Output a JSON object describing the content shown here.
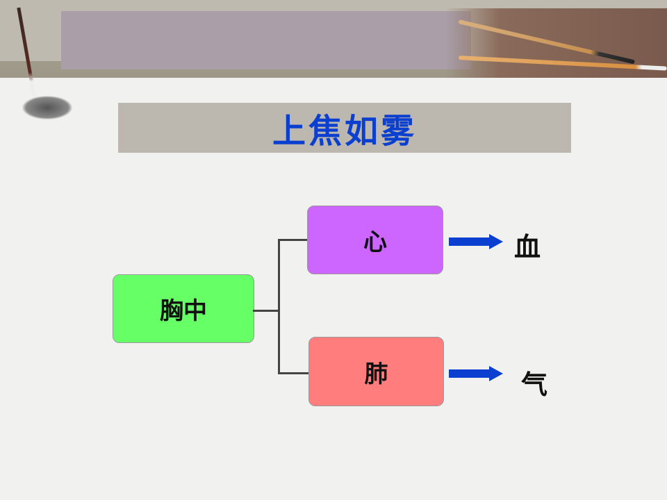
{
  "title": "上焦如雾",
  "diagram": {
    "root": "胸中",
    "children": [
      {
        "label": "心",
        "result": "血",
        "color": "#cc66ff"
      },
      {
        "label": "肺",
        "result": "气",
        "color": "#ff7d7d"
      }
    ],
    "root_color": "#66ff66",
    "arrow_color": "#0b3fcf"
  }
}
